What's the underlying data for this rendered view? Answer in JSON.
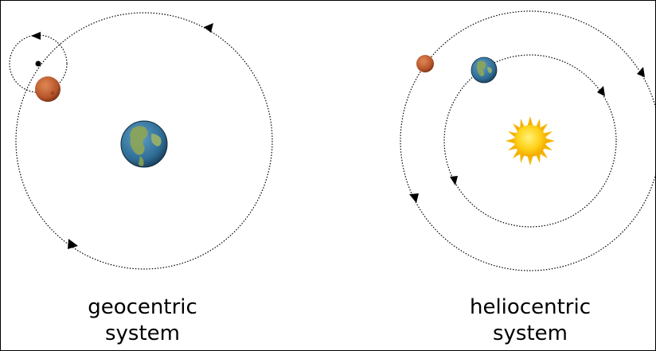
{
  "geocentric": {
    "caption_line1": "geocentric",
    "caption_line2": "system",
    "center_body": "earth-icon",
    "orbiting_body": "mars-icon"
  },
  "heliocentric": {
    "caption_line1": "heliocentric",
    "caption_line2": "system",
    "center_body": "sun-icon",
    "orbiting_bodies": [
      "earth-icon",
      "mars-icon"
    ]
  },
  "colors": {
    "orbit_line": "#000000",
    "mars": "#b5532a",
    "earth_ocean": "#2f6d96",
    "earth_land": "#8aa45a",
    "sun_core": "#ffd21a",
    "sun_rays": "#f4b400"
  }
}
